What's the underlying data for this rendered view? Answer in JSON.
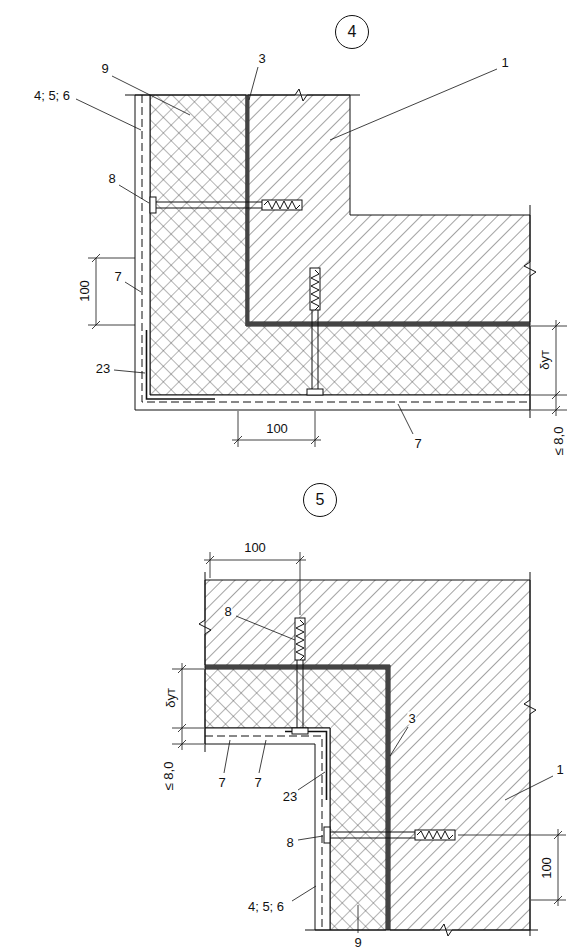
{
  "diagram": {
    "nodes": [
      {
        "text": [
          "4"
        ]
      },
      {
        "text": [
          "5"
        ]
      }
    ],
    "labels": [
      "3",
      "1",
      "9",
      "4; 5; 6",
      "8",
      "100",
      "7",
      "23",
      "δут",
      "100",
      "7",
      "≤ 8,0",
      "100",
      "8",
      "δут",
      "3",
      "1",
      "≤ 8,0",
      "7",
      "7",
      "23",
      "100",
      "8",
      "4; 5; 6",
      "9"
    ]
  }
}
